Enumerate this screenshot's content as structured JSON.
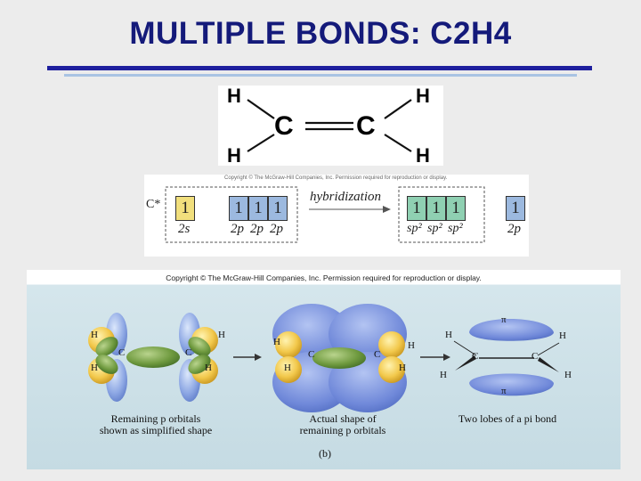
{
  "slide": {
    "title": "MULTIPLE BONDS: C2H4"
  },
  "structure": {
    "atoms": {
      "h_top_left": "H",
      "h_top_right": "H",
      "c_left": "C",
      "c_right": "C",
      "h_bottom_left": "H",
      "h_bottom_right": "H"
    }
  },
  "hybridization": {
    "copyright": "Copyright © The McGraw-Hill Companies, Inc. Permission required for reproduction or display.",
    "atom_label": "C*",
    "arrow_label": "hybridization",
    "ground_boxes": [
      {
        "fill": "1",
        "label": "2s",
        "color": "#f1df7d"
      },
      {
        "fill": "1",
        "label": "2p",
        "color": "#9cb9df"
      },
      {
        "fill": "1",
        "label": "2p",
        "color": "#9cb9df"
      },
      {
        "fill": "1",
        "label": "2p",
        "color": "#9cb9df"
      }
    ],
    "hybrid_boxes": [
      {
        "fill": "1",
        "label": "sp²",
        "color": "#8fd0b2"
      },
      {
        "fill": "1",
        "label": "sp²",
        "color": "#8fd0b2"
      },
      {
        "fill": "1",
        "label": "sp²",
        "color": "#8fd0b2"
      }
    ],
    "remaining_box": {
      "fill": "1",
      "label": "2p",
      "color": "#9cb9df"
    }
  },
  "orbitals": {
    "copyright": "Copyright © The McGraw-Hill Companies, Inc. Permission required for reproduction or display.",
    "panel_a": {
      "h1": "H",
      "h2": "H",
      "h3": "H",
      "h4": "H",
      "c1": "C",
      "c2": "C"
    },
    "panel_b": {
      "h1": "H",
      "h2": "H",
      "h3": "H",
      "h4": "H",
      "c1": "C",
      "c2": "C"
    },
    "panel_c": {
      "h1": "H",
      "h2": "H",
      "h3": "H",
      "h4": "H",
      "c1": "C",
      "c2": "C",
      "pi_top": "π",
      "pi_bottom": "π"
    },
    "caption_a": "Remaining p orbitals\nshown as simplified shape",
    "caption_b": "Actual shape of\nremaining p orbitals",
    "caption_c": "Two lobes of a pi bond",
    "part_label": "(b)"
  }
}
